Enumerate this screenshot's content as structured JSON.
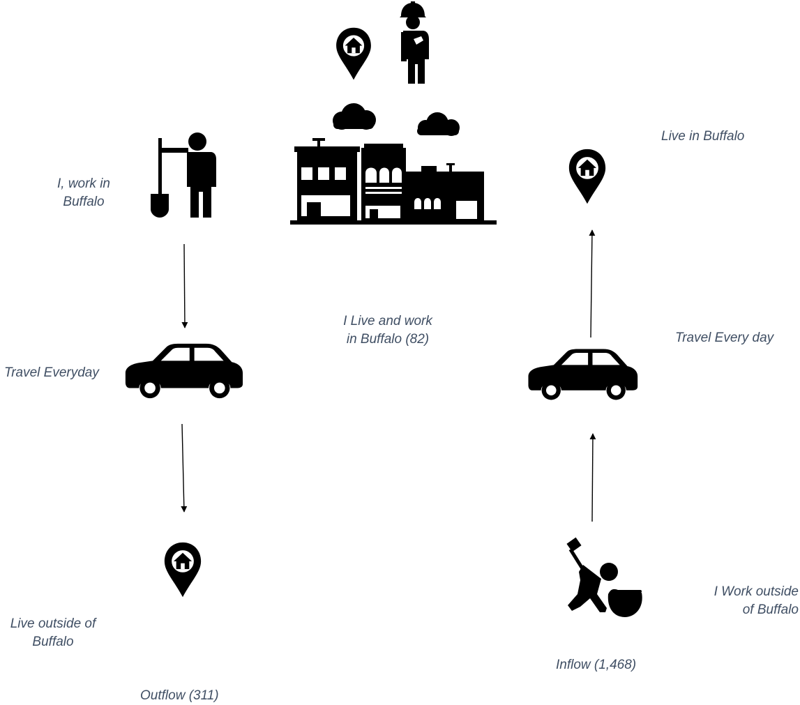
{
  "labels": {
    "live_in": "Live in Buffalo",
    "work_in_line1": "I, work in",
    "work_in_line2": "Buffalo",
    "live_and_work_line1": "I Live and work",
    "live_and_work_line2": "in Buffalo (82)",
    "travel_everyday": "Travel Everyday",
    "travel_every_day": "Travel Every day",
    "live_outside_line1": "Live outside of",
    "live_outside_line2": "Buffalo",
    "work_outside_line1": "I Work outside",
    "work_outside_line2": "of Buffalo",
    "inflow": "Inflow (1,468)",
    "outflow": "Outflow (311)"
  },
  "icons": {
    "top_pin": "home-location-pin-icon",
    "construction_worker": "construction-worker-icon",
    "buildings": "city-buildings-icon",
    "shovel_worker": "shovel-worker-icon",
    "right_pin": "home-location-pin-icon",
    "left_car": "car-icon",
    "right_car": "car-icon",
    "bottom_pin": "home-location-pin-icon",
    "hammer_worker": "hammer-worker-icon"
  },
  "colors": {
    "text": "#3f4e63",
    "icon": "#000000"
  }
}
